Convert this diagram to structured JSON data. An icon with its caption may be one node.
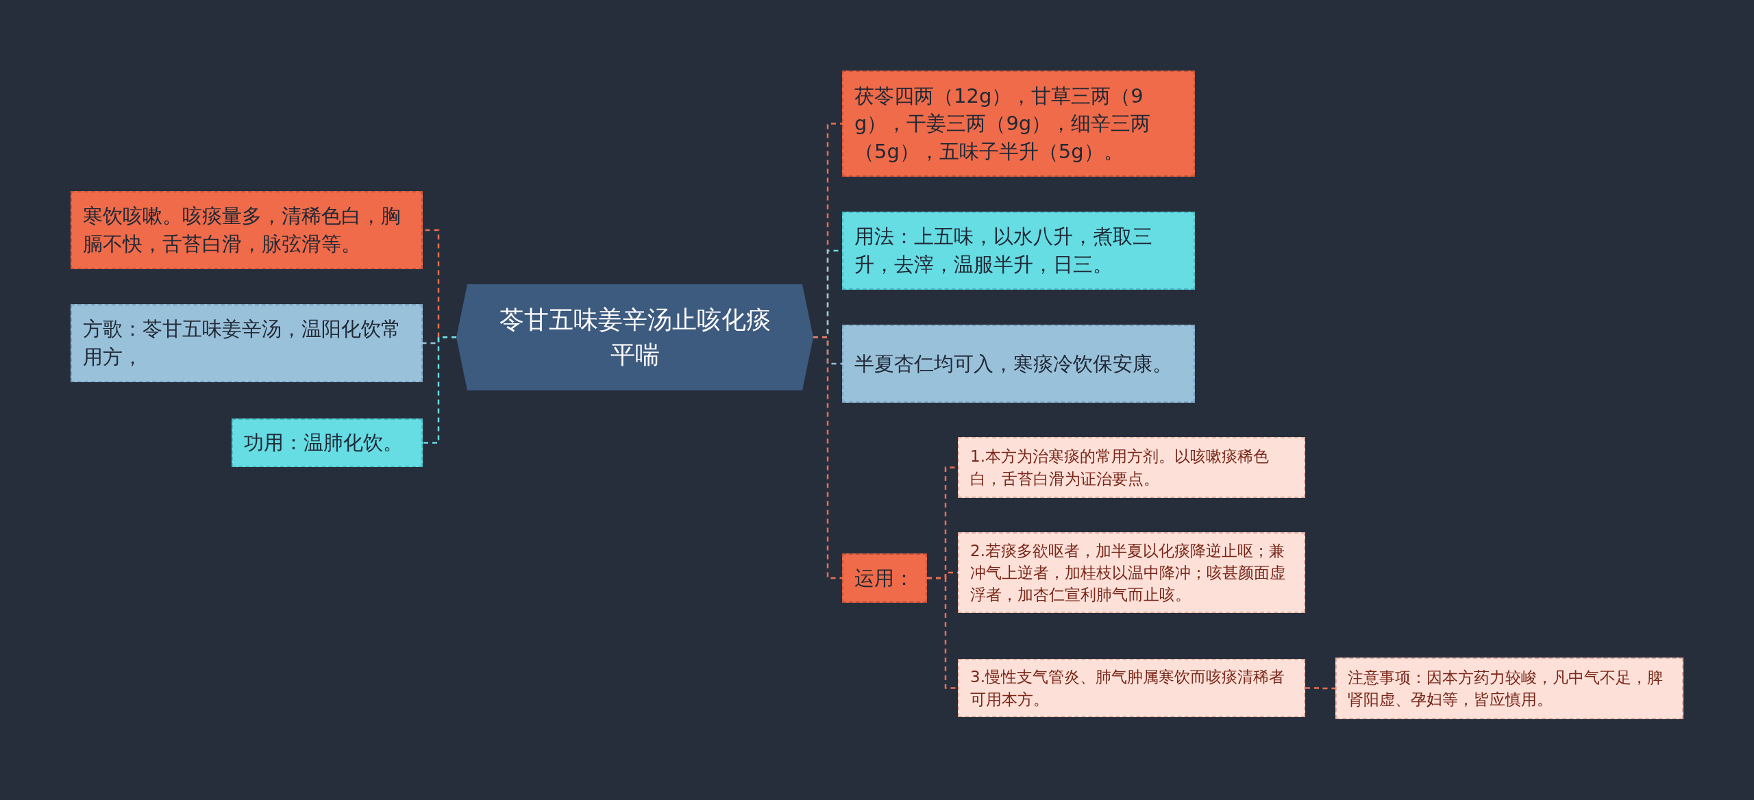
{
  "diagram": {
    "nodes": [
      {
        "text": [
          "苓甘五味姜辛汤止咳化痰平喘"
        ]
      },
      {
        "text": [
          "寒饮咳嗽。咳痰量多，清稀色白，胸膈不快，舌苔白滑，脉弦滑等。"
        ]
      },
      {
        "text": [
          "方歌：苓甘五味姜辛汤，温阳化饮常用方，"
        ]
      },
      {
        "text": [
          "功用：温肺化饮。"
        ]
      },
      {
        "text": [
          "茯苓四两（12g），甘草三两（9g），干姜三两（9g），细辛三两（5g），五味子半升（5g）。"
        ]
      },
      {
        "text": [
          "用法：上五味，以水八升，煮取三升，去滓，温服半升，日三。"
        ]
      },
      {
        "text": [
          "半夏杏仁均可入，寒痰冷饮保安康。"
        ]
      },
      {
        "text": [
          "运用："
        ]
      },
      {
        "text": [
          "1.本方为治寒痰的常用方剂。以咳嗽痰稀色白，舌苔白滑为证治要点。"
        ]
      },
      {
        "text": [
          "2.若痰多欲呕者，加半夏以化痰降逆止呕；兼冲气上逆者，加桂枝以温中降冲；咳甚颜面虚浮者，加杏仁宣利肺气而止咳。"
        ]
      },
      {
        "text": [
          "3.慢性支气管炎、肺气肿属寒饮而咳痰清稀者可用本方。"
        ]
      },
      {
        "text": [
          "注意事项：因本方药力较峻，凡中气不足，脾肾阳虚、孕妇等，皆应慎用。"
        ]
      }
    ],
    "edges": [
      {
        "from": 0,
        "to": 1,
        "arrow": "none",
        "style": "dashed"
      },
      {
        "from": 0,
        "to": 2,
        "arrow": "none",
        "style": "dashed",
        "color": "#9ac1da"
      },
      {
        "from": 0,
        "to": 3,
        "arrow": "none",
        "style": "dashed",
        "color": "#66dce3"
      },
      {
        "from": 0,
        "to": 4,
        "arrow": "none",
        "style": "dashed"
      },
      {
        "from": 0,
        "to": 5,
        "arrow": "none",
        "style": "dashed",
        "color": "#66dce3"
      },
      {
        "from": 0,
        "to": 6,
        "arrow": "none",
        "style": "dashed",
        "color": "#9ac1da"
      },
      {
        "from": 0,
        "to": 7,
        "arrow": "none",
        "style": "dashed"
      },
      {
        "from": 7,
        "to": 8,
        "arrow": "none",
        "style": "dashed"
      },
      {
        "from": 7,
        "to": 9,
        "arrow": "none",
        "style": "dashed"
      },
      {
        "from": 7,
        "to": 10,
        "arrow": "none",
        "style": "dashed"
      },
      {
        "from": 10,
        "to": 11,
        "arrow": "none",
        "style": "dashed"
      }
    ]
  }
}
